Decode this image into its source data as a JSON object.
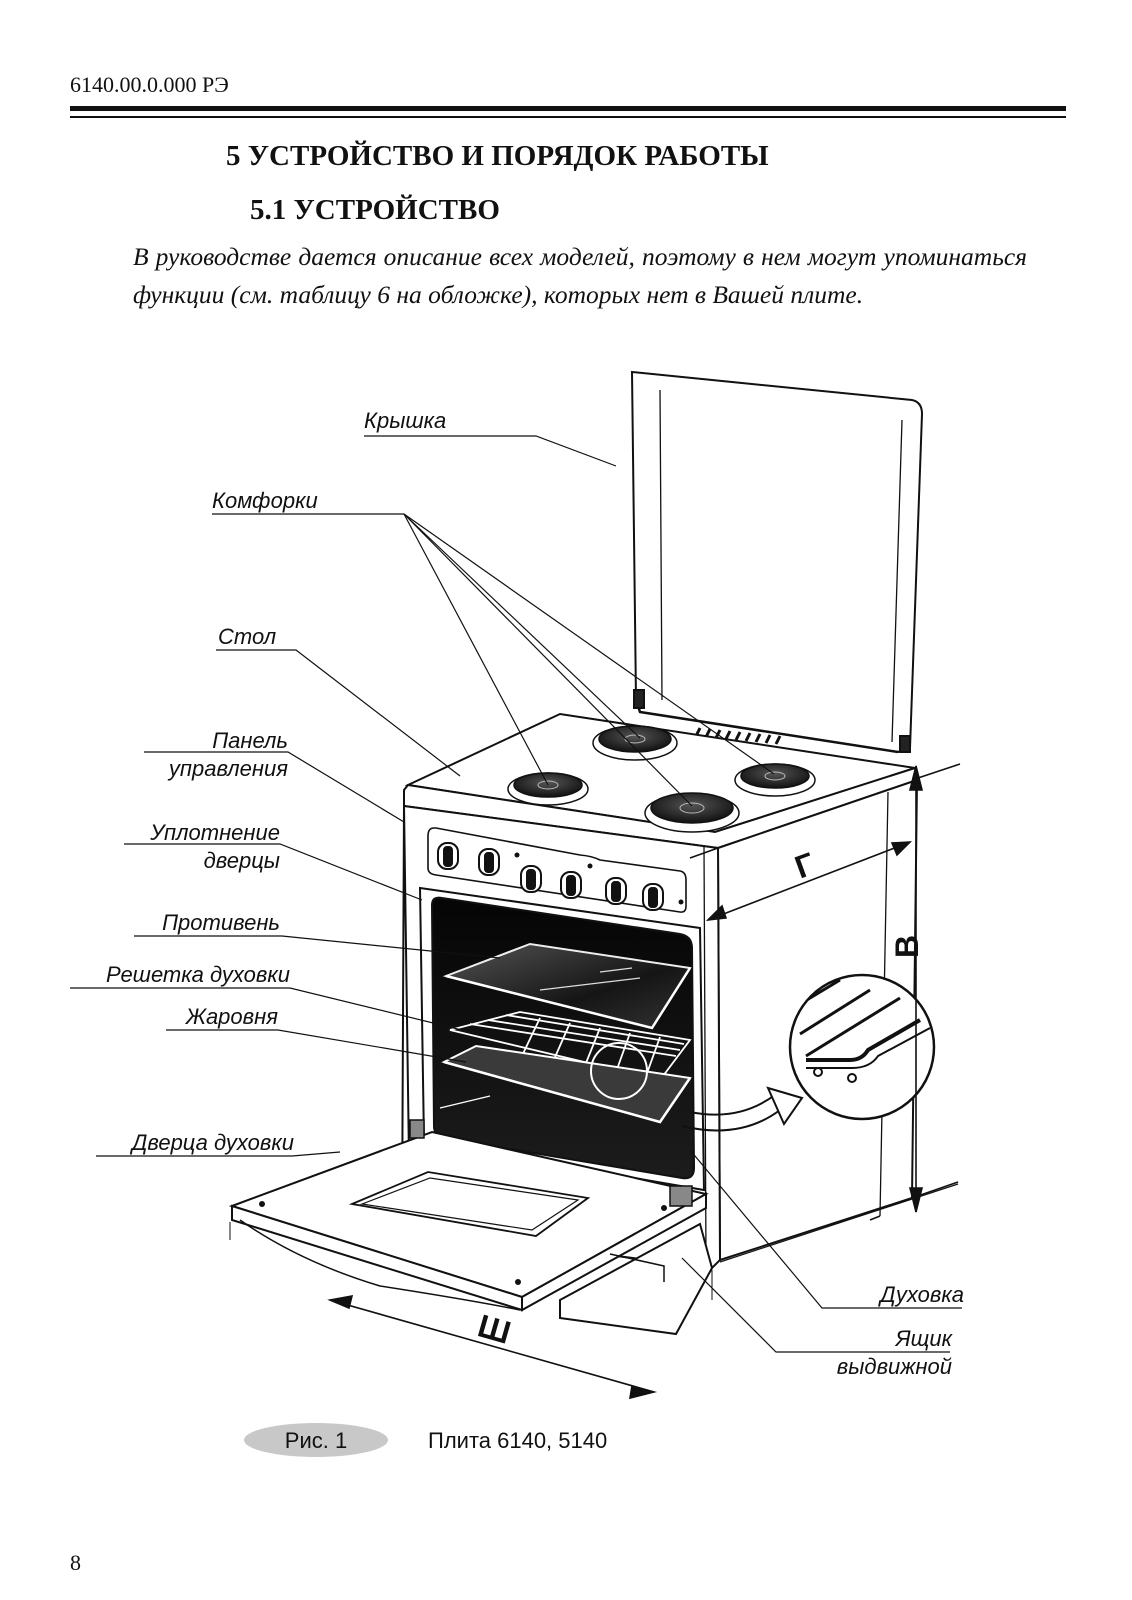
{
  "header": {
    "doc_code": "6140.00.0.000 РЭ"
  },
  "section": {
    "title": "5 УСТРОЙСТВО И ПОРЯДОК РАБОТЫ",
    "subtitle": "5.1 УСТРОЙСТВО",
    "intro": "В руководстве дается описание всех моделей, поэтому в нем могут упоминаться функции (см. таблицу 6 на обложке), которых нет в Вашей плите."
  },
  "figure": {
    "labels": {
      "lid": "Крышка",
      "burners": "Комфорки",
      "table": "Стол",
      "panel_line1": "Панель",
      "panel_line2": "управления",
      "seal_line1": "Уплотнение",
      "seal_line2": "дверцы",
      "tray": "Противень",
      "rack": "Решетка духовки",
      "roaster": "Жаровня",
      "door": "Дверца духовки",
      "oven": "Духовка",
      "drawer_line1": "Ящик",
      "drawer_line2": "выдвижной"
    },
    "dimensions": {
      "depth": "Г",
      "height": "В",
      "width": "Ш"
    },
    "caption_number": "Рис. 1",
    "caption_text": "Плита 6140, 5140"
  },
  "footer": {
    "page_number": "8"
  }
}
